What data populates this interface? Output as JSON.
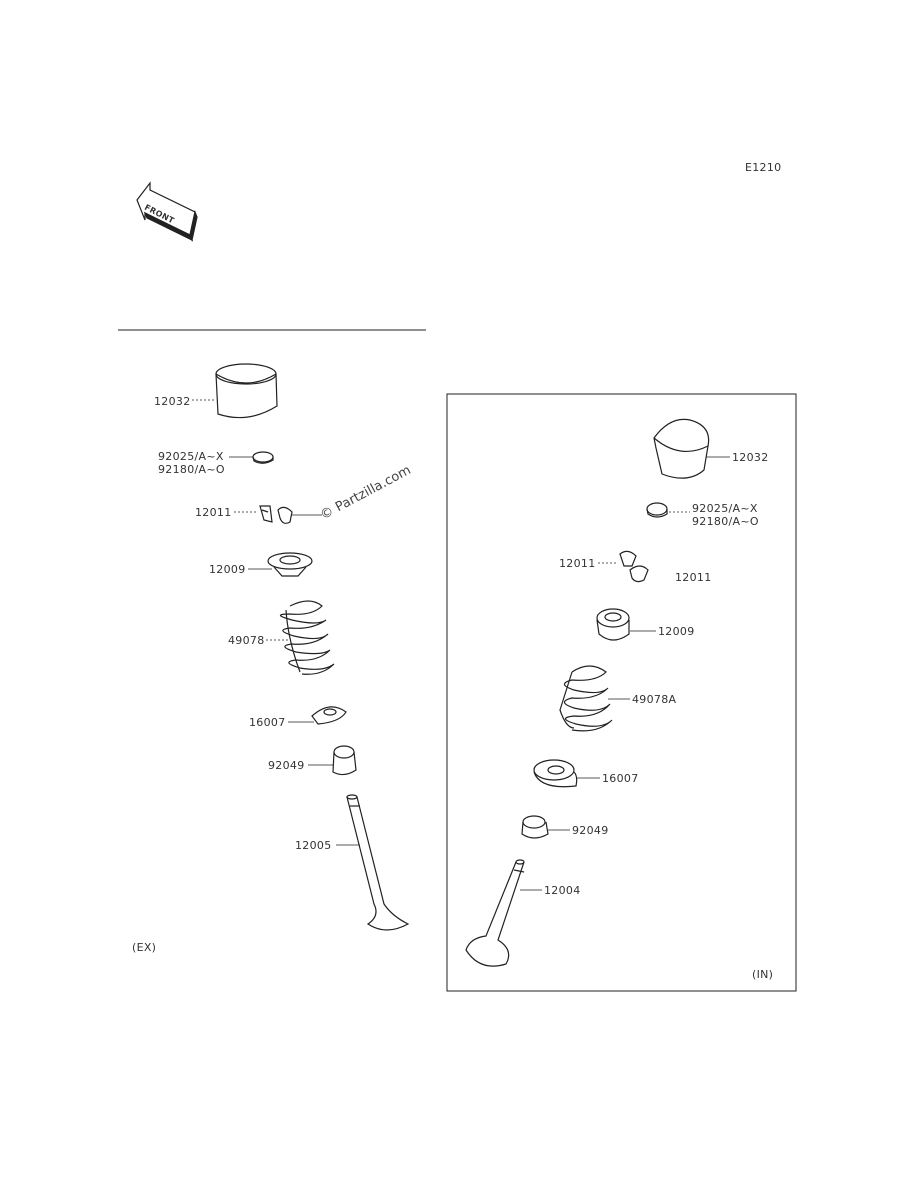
{
  "diagram_code": "E1210",
  "front_badge": "FRONT",
  "watermark": "© Partzilla.com",
  "left_panel": {
    "variant_label": "(EX)",
    "parts": [
      {
        "id": "lbl-12032",
        "text": "12032"
      },
      {
        "id": "lbl-92025",
        "text": "92025/A~X"
      },
      {
        "id": "lbl-92180",
        "text": "92180/A~O"
      },
      {
        "id": "lbl-12011",
        "text": "12011"
      },
      {
        "id": "lbl-12009",
        "text": "12009"
      },
      {
        "id": "lbl-49078",
        "text": "49078"
      },
      {
        "id": "lbl-16007",
        "text": "16007"
      },
      {
        "id": "lbl-92049",
        "text": "92049"
      },
      {
        "id": "lbl-12005",
        "text": "12005"
      }
    ]
  },
  "right_panel": {
    "variant_label": "(IN)",
    "parts": [
      {
        "id": "lbl-12032",
        "text": "12032"
      },
      {
        "id": "lbl-92025",
        "text": "92025/A~X"
      },
      {
        "id": "lbl-92180",
        "text": "92180/A~O"
      },
      {
        "id": "lbl-12011a",
        "text": "12011"
      },
      {
        "id": "lbl-12011b",
        "text": "12011"
      },
      {
        "id": "lbl-12009",
        "text": "12009"
      },
      {
        "id": "lbl-49078A",
        "text": "49078A"
      },
      {
        "id": "lbl-16007",
        "text": "16007"
      },
      {
        "id": "lbl-92049",
        "text": "92049"
      },
      {
        "id": "lbl-12004",
        "text": "12004"
      }
    ]
  }
}
